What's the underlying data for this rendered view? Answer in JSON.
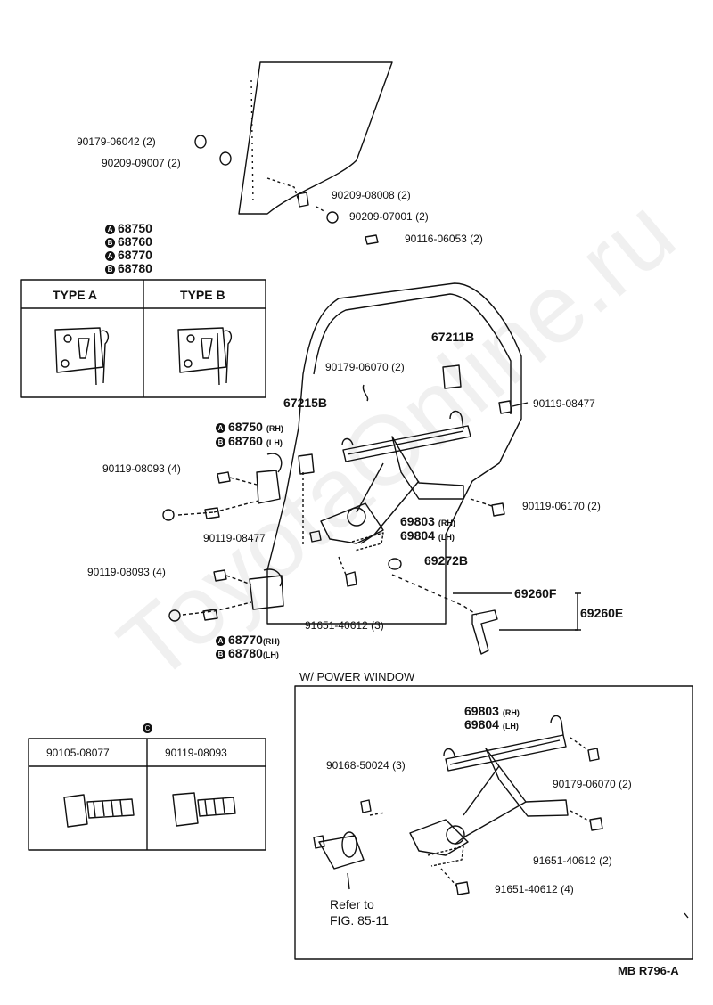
{
  "glass_parts": {
    "p1": "90179-06042 (2)",
    "p2": "90209-09007 (2)",
    "p3": "90209-08008 (2)",
    "p4": "90209-07001 (2)",
    "p5": "90116-06053 (2)"
  },
  "hinge_legend": {
    "items": [
      "68750",
      "68760",
      "68770",
      "68780"
    ],
    "type_a": "TYPE A",
    "type_b": "TYPE B"
  },
  "regulator_parts": {
    "p67211b": "67211B",
    "p90179_06070": "90179-06070 (2)",
    "p67215b": "67215B",
    "p90119_08477_r": "90119-08477",
    "h1_num": "68750",
    "h1_side": "(RH)",
    "h2_num": "68760",
    "h2_side": "(LH)",
    "p90119_08093_a": "90119-08093 (4)",
    "p90119_06170": "90119-06170 (2)",
    "p69803_num": "69803",
    "p69803_side": "(RH)",
    "p69804_num": "69804",
    "p69804_side": "(LH)",
    "p90119_08477_l": "90119-08477",
    "p69272b": "69272B",
    "p90119_08093_b": "90119-08093 (4)",
    "p69260f": "69260F",
    "p69260e": "69260E",
    "p91651_40612": "91651-40612 (3)",
    "h3_num": "68770",
    "h3_side": "(RH)",
    "h4_num": "68780",
    "h4_side": "(LH)"
  },
  "bolt_table": {
    "col1": "90105-08077",
    "col2": "90119-08093"
  },
  "power_window": {
    "title": "W/ POWER  WINDOW",
    "p69803_num": "69803",
    "p69803_side": "(RH)",
    "p69804_num": "69804",
    "p69804_side": "(LH)",
    "p90168": "90168-50024 (3)",
    "p90179": "90179-06070 (2)",
    "p91651_a": "91651-40612 (2)",
    "p91651_b": "91651-40612 (4)",
    "refer_1": "Refer to",
    "refer_2": "FIG. 85-11"
  },
  "footer_code": "MB R796-A"
}
